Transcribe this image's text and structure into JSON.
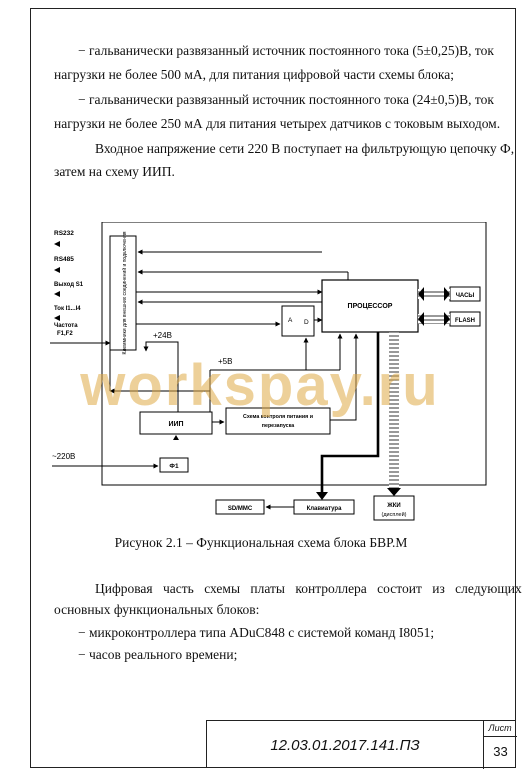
{
  "paragraphs": [
    "− гальванически развязанный источник постоянного тока (5±0,25)В, ток",
    "нагрузки не более 500 мА, для питания цифровой части схемы блока;",
    "− гальванически развязанный источник постоянного тока (24±0,5)В, ток",
    "нагрузки не более 250 мА для питания четырех датчиков с токовым выходом.",
    "Входное напряжение сети 220 В поступает на фильтрующую цепочку Ф,",
    "затем на схему ИИП."
  ],
  "diagram": {
    "labels": {
      "rs232": "RS232",
      "rs485": "RS485",
      "vyhod": "Выход S1",
      "tok": "Ток I1...I4",
      "chastota1": "Частота",
      "chastota2": "F1,F2",
      "terminals": "Клеммники для внешних соединений и подключения",
      "plus24": "+24В",
      "plus5": "+5В",
      "adc_a": "A",
      "adc_d": "D",
      "processor": "ПРОЦЕССОР",
      "chasy": "ЧАСЫ",
      "flash": "FLASH",
      "iip": "ИИП",
      "control1": "Схема контроля питания и",
      "control2": "перезапуска",
      "ac220": "~220В",
      "filter": "Ф1",
      "sdmmc": "SD/MMC",
      "keyboard": "Клавиатура",
      "lcd1": "ЖКИ",
      "lcd2": "(дисплей)"
    }
  },
  "watermark": "workspay.ru",
  "caption": "Рисунок 2.1 – Функциональная схема блока БВР.М",
  "paragraphs2": [
    "Цифровая часть схемы платы контроллера состоит из следующих",
    "основных функциональных блоков:",
    "− микроконтроллера типа ADuC848 с системой команд I8051;",
    "− часов реального времени;"
  ],
  "titleblock": {
    "doc_number": "12.03.01.2017.141.ПЗ",
    "sheet_label": "Лист",
    "sheet_number": "33"
  }
}
